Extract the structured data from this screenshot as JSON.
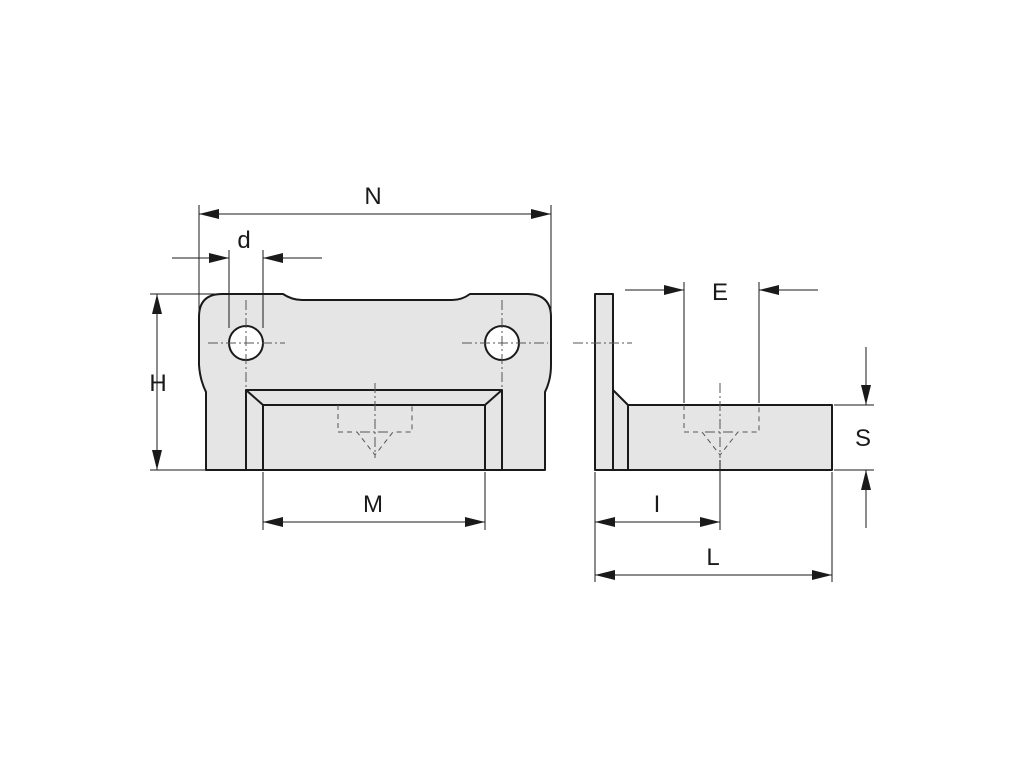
{
  "colors": {
    "part_fill": "#e5e5e5",
    "line": "#1a1a1a",
    "hidden_line": "#555555"
  },
  "labels": {
    "N": "N",
    "d": "d",
    "H": "H",
    "M": "M",
    "E": "E",
    "S": "S",
    "I": "I",
    "L": "L"
  }
}
